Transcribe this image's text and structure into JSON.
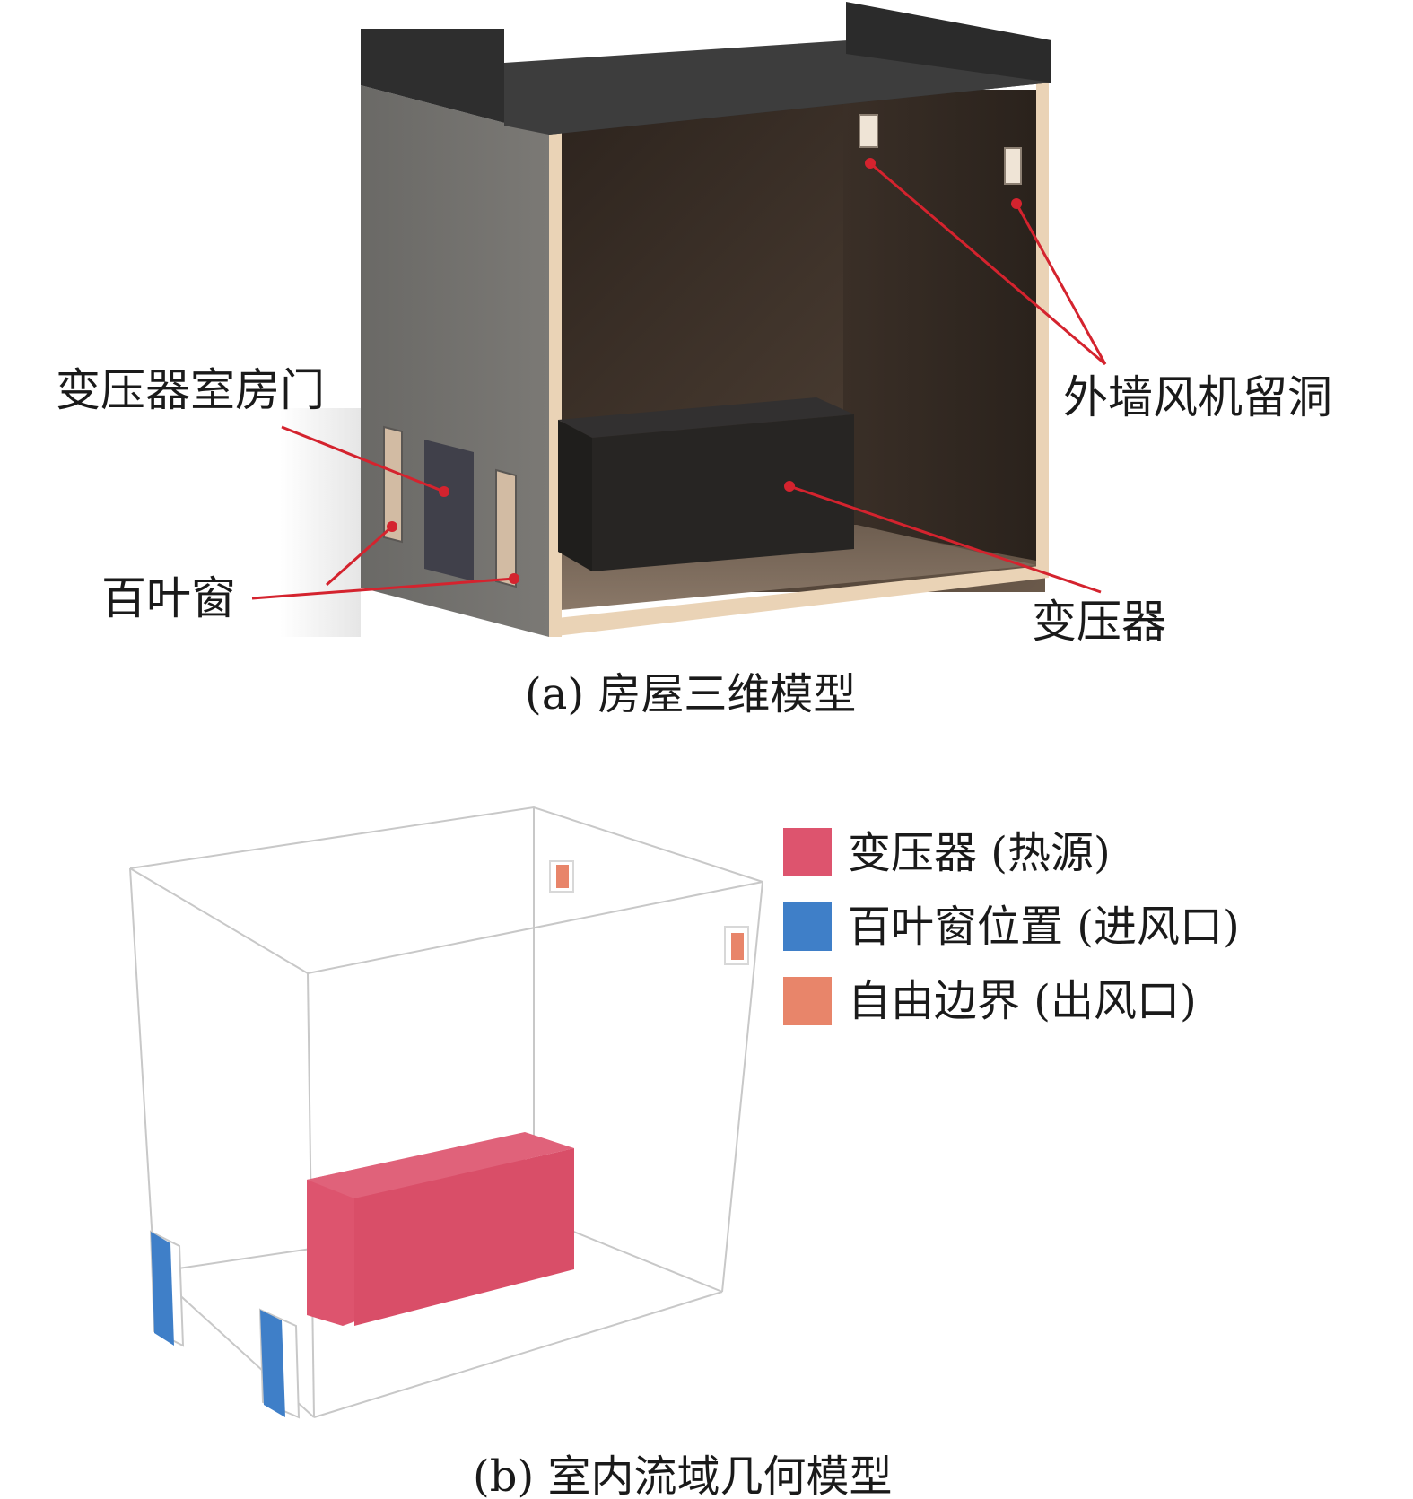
{
  "figure_a": {
    "caption": "(a) 房屋三维模型",
    "labels": {
      "door": "变压器室房门",
      "louver": "百叶窗",
      "fan_hole": "外墙风机留洞",
      "transformer": "变压器"
    }
  },
  "figure_b": {
    "caption": "(b) 室内流域几何模型",
    "legend": [
      {
        "label": "变压器 (热源)",
        "color": "#dd546e"
      },
      {
        "label": "百叶窗位置 (进风口)",
        "color": "#3f7fc8"
      },
      {
        "label": "自由边界 (出风口)",
        "color": "#e8856a"
      }
    ]
  },
  "colors": {
    "leader": "#d4232e",
    "roof": "#2e2e2e",
    "left_wall": "#6f6d6a",
    "interior": "#3b2f27",
    "trim": "#ead3b6",
    "transformer_box": "#262421"
  }
}
